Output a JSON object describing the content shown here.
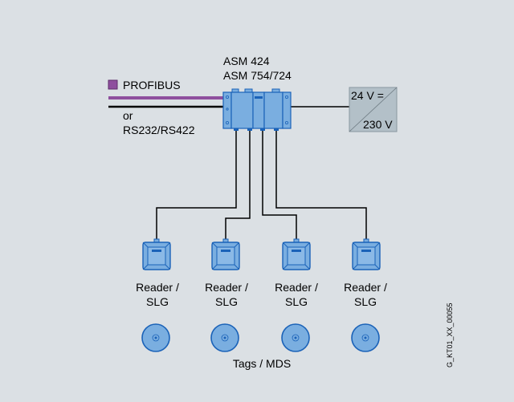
{
  "diagram": {
    "module_label_line1": "ASM 424",
    "module_label_line2": "ASM 754/724",
    "bus_legend_label": "PROFIBUS",
    "alt_bus_label_line1": "or",
    "alt_bus_label_line2": "RS232/RS422",
    "power_supply": {
      "output_label": "24 V =",
      "input_label": "230 V"
    },
    "readers": [
      {
        "line1": "Reader /",
        "line2": "SLG"
      },
      {
        "line1": "Reader /",
        "line2": "SLG"
      },
      {
        "line1": "Reader /",
        "line2": "SLG"
      },
      {
        "line1": "Reader /",
        "line2": "SLG"
      }
    ],
    "tags_label": "Tags / MDS",
    "figure_id": "G_KT01_XX_00055"
  },
  "colors": {
    "background": "#dbe0e4",
    "device_fill": "#7aaee0",
    "device_stroke": "#1a62b8",
    "profibus": "#8e4f9e",
    "power_fill": "#b3c0c8",
    "power_stroke": "#8a979f",
    "line": "#000000"
  }
}
